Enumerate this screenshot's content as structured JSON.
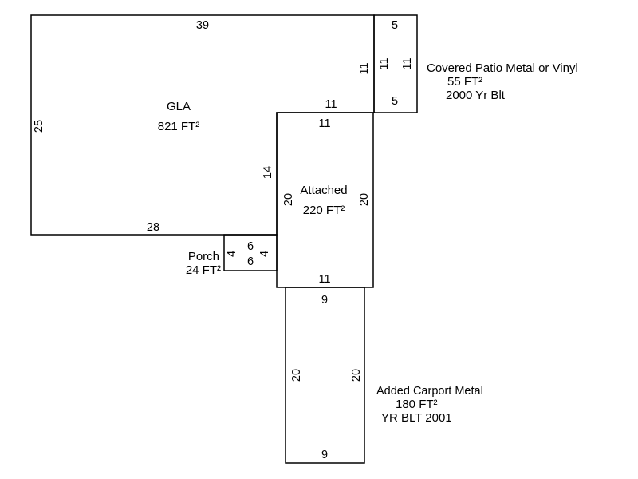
{
  "areas": {
    "gla": {
      "name": "GLA",
      "area": "821 FT²",
      "dims": {
        "top": "39",
        "left": "25",
        "bottom": "28",
        "right_upper": "11",
        "inner_horizontal": "11",
        "inner_vertical": "14"
      }
    },
    "patio": {
      "name": "Covered Patio Metal or Vinyl",
      "area": "55 FT²",
      "year": "2000 Yr Blt",
      "dims": {
        "top": "5",
        "bottom": "5",
        "left": "11",
        "right": "11"
      }
    },
    "attached": {
      "name": "Attached",
      "area": "220 FT²",
      "dims": {
        "top": "11",
        "bottom": "11",
        "left": "20",
        "right": "20"
      }
    },
    "porch": {
      "name": "Porch",
      "area": "24 FT²",
      "dims": {
        "top": "6",
        "bottom": "6",
        "left": "4",
        "right": "4"
      }
    },
    "carport": {
      "name": "Added Carport Metal",
      "area": "180 FT²",
      "year": "YR BLT 2001",
      "dims": {
        "top": "9",
        "bottom": "9",
        "left": "20",
        "right": "20"
      }
    }
  }
}
